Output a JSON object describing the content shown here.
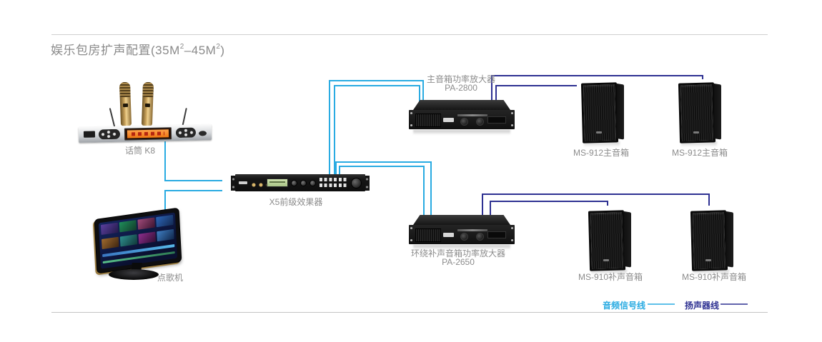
{
  "title": {
    "prefix": "娱乐包房扩声配置(35M",
    "sup_a": "2",
    "mid": "–45M",
    "sup_b": "2",
    "suffix": ")"
  },
  "nodes": {
    "microphone": {
      "label": "话筒 K8"
    },
    "song_machine": {
      "label": "点歌机"
    },
    "effects_processor": {
      "label": "X5前级效果器"
    },
    "main_amp": {
      "name": "主音箱功率放大器",
      "model": "PA-2800"
    },
    "surround_amp": {
      "name": "环绕补声音箱功率放大器",
      "model": "PA-2650"
    },
    "main_speaker_left": {
      "label": "MS-912主音箱"
    },
    "main_speaker_right": {
      "label": "MS-912主音箱"
    },
    "fill_speaker_left": {
      "label": "MS-910补声音箱"
    },
    "fill_speaker_right": {
      "label": "MS-910补声音箱"
    }
  },
  "legend": {
    "audio_signal_label": "音频信号线",
    "speaker_wire_label": "扬声器线"
  },
  "colors": {
    "audio_signal_line": "#29abe2",
    "speaker_wire_line": "#2e3192",
    "label_text": "#8c8c8c"
  }
}
